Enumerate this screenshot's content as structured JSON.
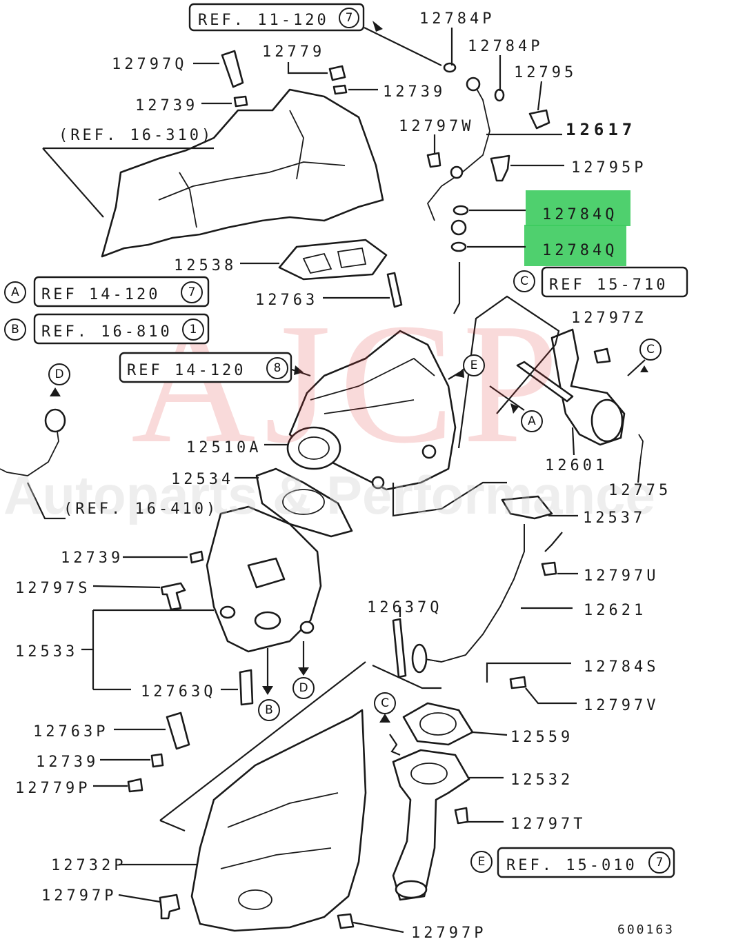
{
  "labels": {
    "p12784P_a": "12784P",
    "p12784P_b": "12784P",
    "p12797Q": "12797Q",
    "p12779": "12779",
    "p12739_a": "12739",
    "p12739_b": "12739",
    "p12795": "12795",
    "p12617": "12617",
    "p12797W": "12797W",
    "p12795P": "12795P",
    "p12784Q_a": "12784Q",
    "p12784Q_b": "12784Q",
    "p12538": "12538",
    "p12763": "12763",
    "p12797Z": "12797Z",
    "p12510A": "12510A",
    "p12601": "12601",
    "p12534": "12534",
    "p12775": "12775",
    "p12537": "12537",
    "p12739_c": "12739",
    "p12797S": "12797S",
    "p12797U": "12797U",
    "p12637Q": "12637Q",
    "p12621": "12621",
    "p12533": "12533",
    "p12784S": "12784S",
    "p12763Q": "12763Q",
    "p12797V": "12797V",
    "p12763P": "12763P",
    "p12559": "12559",
    "p12739_d": "12739",
    "p12532": "12532",
    "p12779P": "12779P",
    "p12797T": "12797T",
    "p12732P": "12732P",
    "p12797P_a": "12797P",
    "p12797P_b": "12797P",
    "figure_code": "600163"
  },
  "refs": {
    "ref_11_120": "REF. 11-120",
    "ref_11_120_num": "7",
    "ref_16_310": "(REF. 16-310)",
    "ref_14_120_a": "REF 14-120",
    "ref_14_120_a_num": "7",
    "ref_16_810": "REF. 16-810",
    "ref_16_810_num": "1",
    "ref_14_120_b": "REF 14-120",
    "ref_14_120_b_num": "8",
    "ref_15_710": "REF 15-710",
    "ref_16_410": "(REF. 16-410)",
    "ref_15_010": "REF. 15-010",
    "ref_15_010_num": "7"
  },
  "callouts": {
    "A_left": "A",
    "B_left": "B",
    "C_right": "C",
    "C_arrow": "C",
    "D_top": "D",
    "E_top": "E",
    "A_mid": "A",
    "D_bottom": "D",
    "B_bottom": "B",
    "C_bottom": "C",
    "E_bottom": "E"
  },
  "watermark": {
    "brand": "AJCP",
    "tagline": "Autoparts & Performance"
  },
  "colors": {
    "highlight": "#3ccb5e",
    "ink": "#1a1a1a",
    "watermark_red": "#e23a3a"
  }
}
